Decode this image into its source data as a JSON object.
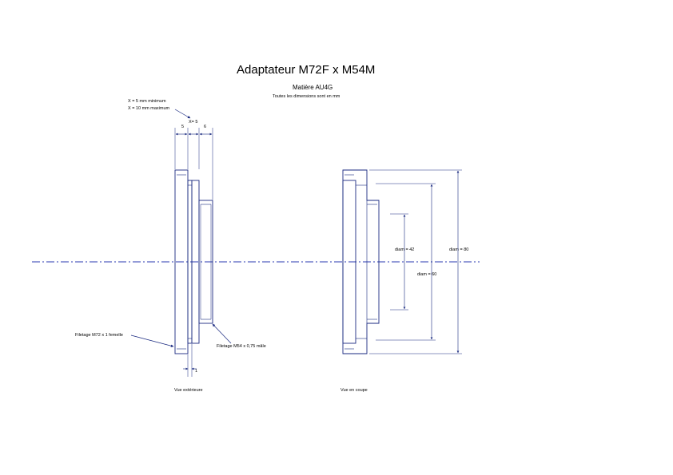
{
  "title": "Adaptateur M72F x M54M",
  "material": "Matière AU4G",
  "units_note": "Toutes les dimensions sont en mm",
  "x_notes": [
    "X = 5 mm minimum",
    "X = 10 mm maximum"
  ],
  "labels": {
    "x_eq_5": "X= 5",
    "dim_5": "5",
    "dim_6": "6",
    "thread_m72": "Filetage M72 x 1  femelle",
    "thread_m54": "Filetage M54 x 0,75 mâle",
    "dim_1": "1",
    "diam_42": "diam = 42",
    "diam_60": "diam = 60",
    "diam_80": "diam = 80"
  },
  "captions": {
    "exterior": "Vue extérieure",
    "section": "Vue en coupe"
  },
  "colors": {
    "line": "#1a2a80",
    "axis": "#2a3ab0"
  }
}
